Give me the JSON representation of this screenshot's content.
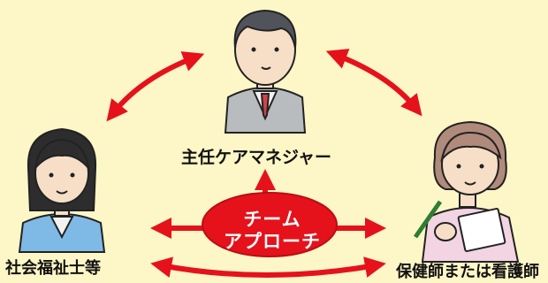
{
  "diagram": {
    "center": {
      "line1": "チーム",
      "line2": "アプローチ"
    },
    "roles": {
      "manager": "主任ケアマネジャー",
      "social_worker": "社会福祉士等",
      "nurse": "保健師または看護師"
    },
    "colors": {
      "background": "#fdf6c6",
      "arrow": "#e5121b",
      "center_fill": "#e5121b",
      "text": "#111111"
    }
  }
}
